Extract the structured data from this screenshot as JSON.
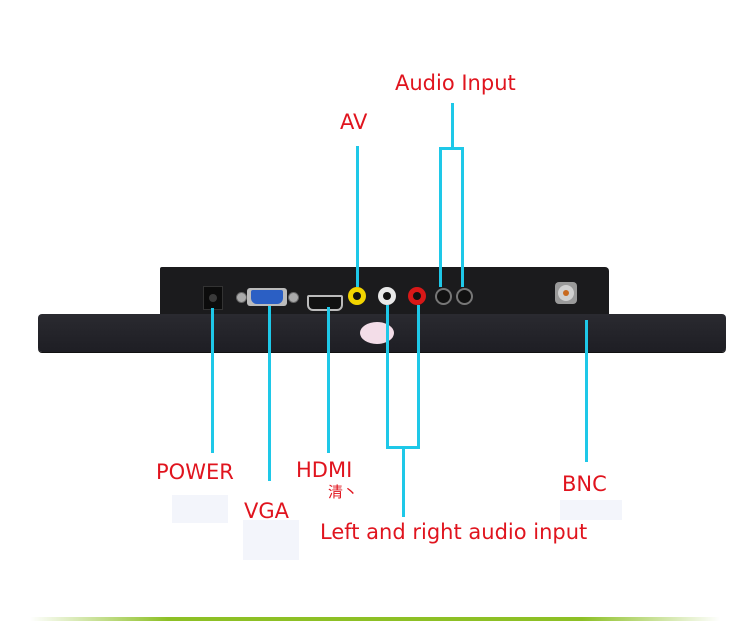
{
  "labels": {
    "audio_input": "Audio Input",
    "av": "AV",
    "power": "POWER",
    "vga": "VGA",
    "hdmi": "HDMI",
    "hdmi_sub": "清丶",
    "left_right_audio": "Left and right audio input",
    "bnc": "BNC"
  },
  "colors": {
    "label_red": "#e0141e",
    "callout_cyan": "#1ec8e8",
    "panel_black": "#1b1b1d",
    "divider_green": "#8dc025",
    "av_yellow": "#f2d400",
    "audio_white": "#e8e8e8",
    "audio_red": "#d81818",
    "vga_blue": "#2b5fc4"
  },
  "ports": [
    "power-jack",
    "vga-port",
    "hdmi-port",
    "av-jack",
    "audio-left-jack",
    "audio-right-jack",
    "audio-input-1",
    "audio-input-2",
    "bnc-connector"
  ]
}
